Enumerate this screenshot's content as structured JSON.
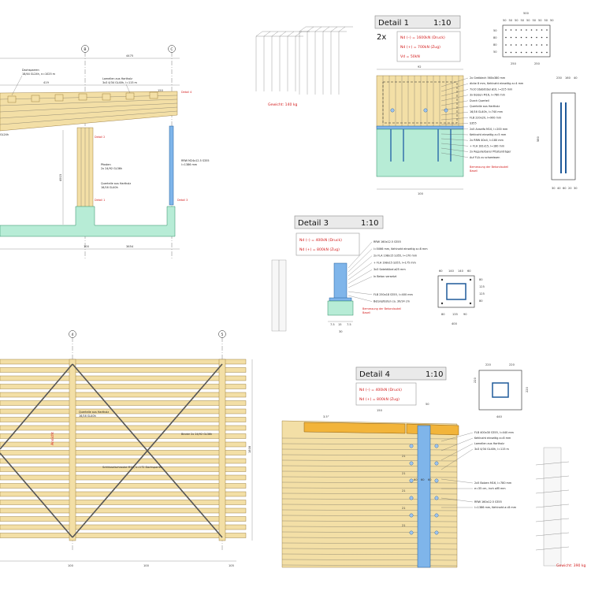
{
  "axes": {
    "a_left": "B",
    "a_right": "C",
    "plan_left": "4",
    "plan_right": "5"
  },
  "elevation": {
    "dim_total": "4475",
    "dim_left": "419",
    "dim_right": "150",
    "rafters_label_1": "Dachsparren",
    "rafters_label_2": "18/44 GL24h, n=1025 m",
    "lamella_label_1": "Lamellen aus Hartholz",
    "lamella_label_2": "3x3 4/34 GL40h, l=115 m",
    "column_label_1": "Pfosten",
    "column_label_2": "2x 24/92 GL36h",
    "cross_label_1": "Querteile aus Hartholz",
    "cross_label_2": "16/16 GL40h",
    "rod_label_1": "RRW M24x12.5 S355",
    "rod_label_2": "l=1386 mm",
    "detail1_ref": "Detail 1",
    "detail2_ref": "Detail 2",
    "detail3_ref": "Detail 3",
    "detail4_ref": "Detail 4",
    "dim_bottom_1": "100",
    "dim_bottom_2": "3654",
    "dim_vert": "4915",
    "gl_label": "GL24h"
  },
  "plan": {
    "cross_label_1": "Querteile aus Hartholz",
    "cross_label_2": "16/16 GL40h",
    "beam_label": "Binder 2x 24/92 GL36h",
    "screw_label": "Schlüsselschraube M16, n=172 Dachsparren",
    "side_label": "Ansicht",
    "dim_bottom_1": "100",
    "dim_bottom_2": "100",
    "dim_vertical": "1808",
    "dim_small": "105"
  },
  "detail1": {
    "title": "Detail 1",
    "scale": "1:10",
    "count": "2x",
    "loads": [
      "Nd (–) = 1600kN (Druck)",
      "Nd (+) = 700kN (Zug)",
      "Vd = 50kN"
    ],
    "weight": "Gewicht: 140 kg",
    "top_dim": "92",
    "bottom_dim": "100",
    "callouts": [
      "2x Greiblech 560x380 mm",
      "dicke 8 mm, Kehlnaht einseitig a=4 mm",
      "7x10 Stabdübel ø10, l=225 mm",
      "3x Bolzen M16, l=780 mm",
      "Durch Querteil",
      "Querteile aus Hartholz",
      "16/16 GL40h, l=740 mm",
      "FLB 220x20, l=900 mm",
      "S355",
      "2x5 Anseifa M10, l=200 mm",
      "Kehlnaht einseitig a=5 mm",
      "2x RRW 40x4, l=180 mm",
      "+ FLA 181x15, l=180 mm",
      "2x Regulierbarer Pfostenträger",
      "Auf FLA zu schweissen"
    ],
    "base_note_1": "Bemessung der Betondauteil",
    "base_note_2": "Basell",
    "plate_dims_top": [
      "500",
      "50",
      "50",
      "50",
      "50",
      "50",
      "50",
      "50",
      "50",
      "50"
    ],
    "plate_dims_bottom": [
      "250",
      "250"
    ],
    "plate_side_dims": [
      "50",
      "80",
      "80",
      "50"
    ],
    "elev_dims_right": [
      "230",
      "160",
      "40"
    ],
    "elev_dims_bottom": [
      "30",
      "40",
      "60",
      "20",
      "30"
    ],
    "elev_dim_height": "580"
  },
  "detail3": {
    "title": "Detail 3",
    "scale": "1:10",
    "loads": [
      "Nd (–) = 400kN (Druck)",
      "Nd (+) = 800kN (Zug)"
    ],
    "callouts": [
      "RRW 160x12.5 S355",
      "l=5066 mm, Kehlnaht einseitig a=8 mm",
      "2x FLA 198x15 S355, l=170 mm",
      "+ FLA 198x15 S355, l=175 mm",
      "3x3 Sateldübel ø25 mm",
      "In Beton versetzt",
      "FLB 250x18 S355, l=400 mm",
      "Betonpfosten ca. 30/14 cm"
    ],
    "base_note_1": "Bemessung der Betondauteil",
    "base_note_2": "Basell",
    "dims_bottom": [
      "7.5",
      "15",
      "7.5"
    ],
    "dim_total": "30",
    "plate_dims_top": [
      "60",
      "140",
      "140",
      "60"
    ],
    "plate_dims_bottom": [
      "80",
      "135",
      "90"
    ],
    "plate_dim_total": "400",
    "plate_side": [
      "80",
      "125",
      "125",
      "80"
    ]
  },
  "detail4": {
    "title": "Detail 4",
    "scale": "1:10",
    "loads": [
      "Nd (–) = 400kN (Druck)",
      "Nd (+) = 800kN (Zug)"
    ],
    "angle": "3.5°",
    "top_dims": [
      "150",
      "50"
    ],
    "callouts": [
      "FLB 400x30 S355, l=440 mm",
      "Kehlnaht einseitig a=8 mm",
      "Lamellen aus Hartholz",
      "3x3 4/34 GL40h, l=115 m",
      "2x5 Bolzen M16, l=780 mm",
      "e=35 cm, inch alfll mm",
      "RRW 160x12.5 S355",
      "l=1386 mm, Kehlnaht a=8 mm"
    ],
    "side_dims": [
      "21",
      "21",
      "21",
      "21",
      "21"
    ],
    "mid_dims": [
      "60",
      "60",
      "60"
    ],
    "plate_dims": [
      "220",
      "220",
      "220",
      "220"
    ],
    "plate_total": "440",
    "weight": "Gewicht: 390 kg"
  }
}
